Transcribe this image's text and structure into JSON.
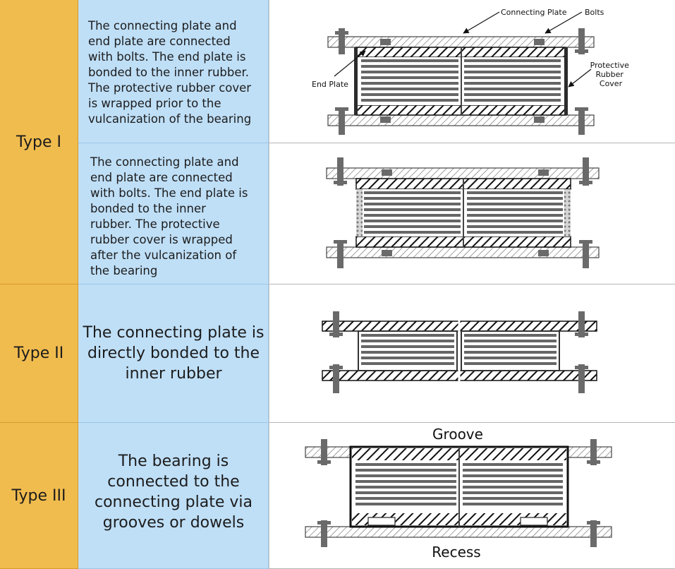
{
  "rows": [
    {
      "type_label": "Type I",
      "descriptions": [
        "The connecting plate and\nend plate are connected\nwith bolts. The end plate is\nbonded to the inner rubber.\nThe protective rubber cover\nis wrapped prior to the\nvulcanization of the bearing",
        "The connecting plate and\nend plate are connected\nwith bolts. The end plate is\nbonded to the inner\nrubber. The protective\nrubber cover is wrapped\nafter the vulcanization of\nthe bearing"
      ]
    },
    {
      "type_label": "Type II",
      "descriptions": [
        "The connecting plate is\ndirectly bonded to the\ninner rubber"
      ]
    },
    {
      "type_label": "Type III",
      "descriptions": [
        "The bearing is\nconnected to the\nconnecting plate via\ngrooves or dowels"
      ]
    }
  ],
  "annotations": {
    "connecting_plate": "Connecting Plate",
    "bolts": "Bolts",
    "end_plate": "End Plate",
    "protective_rubber_cover": "Protective\nRubber\nCover",
    "groove": "Groove",
    "recess": "Recess"
  },
  "colors": {
    "type_column": "#f1bc4e",
    "description_column": "#bfdff7",
    "steel": "#555555",
    "bolt": "#6a6a6a"
  }
}
